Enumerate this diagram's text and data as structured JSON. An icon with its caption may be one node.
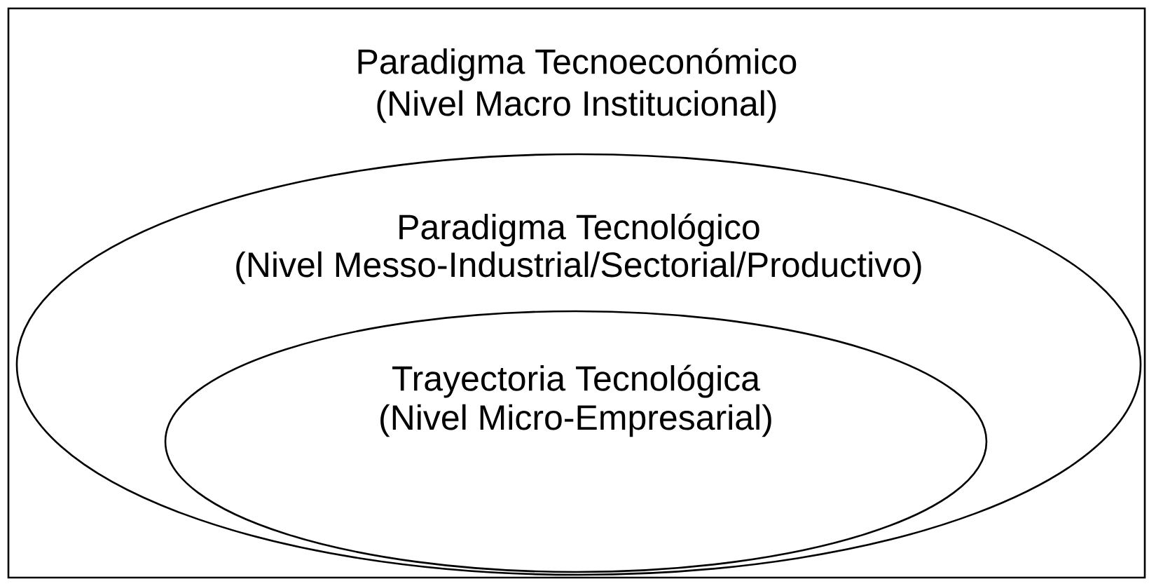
{
  "diagram": {
    "nodes": [
      {
        "text": [
          "Paradigma Tecnoeconómico",
          "(Nivel Macro Institucional)"
        ]
      },
      {
        "text": [
          "Paradigma Tecnológico",
          "(Nivel Messo-Industrial/Sectorial/Productivo)"
        ],
        "in": 0
      },
      {
        "text": [
          "Trayectoria Tecnológica",
          "(Nivel Micro-Empresarial)"
        ],
        "in": 1
      }
    ]
  }
}
